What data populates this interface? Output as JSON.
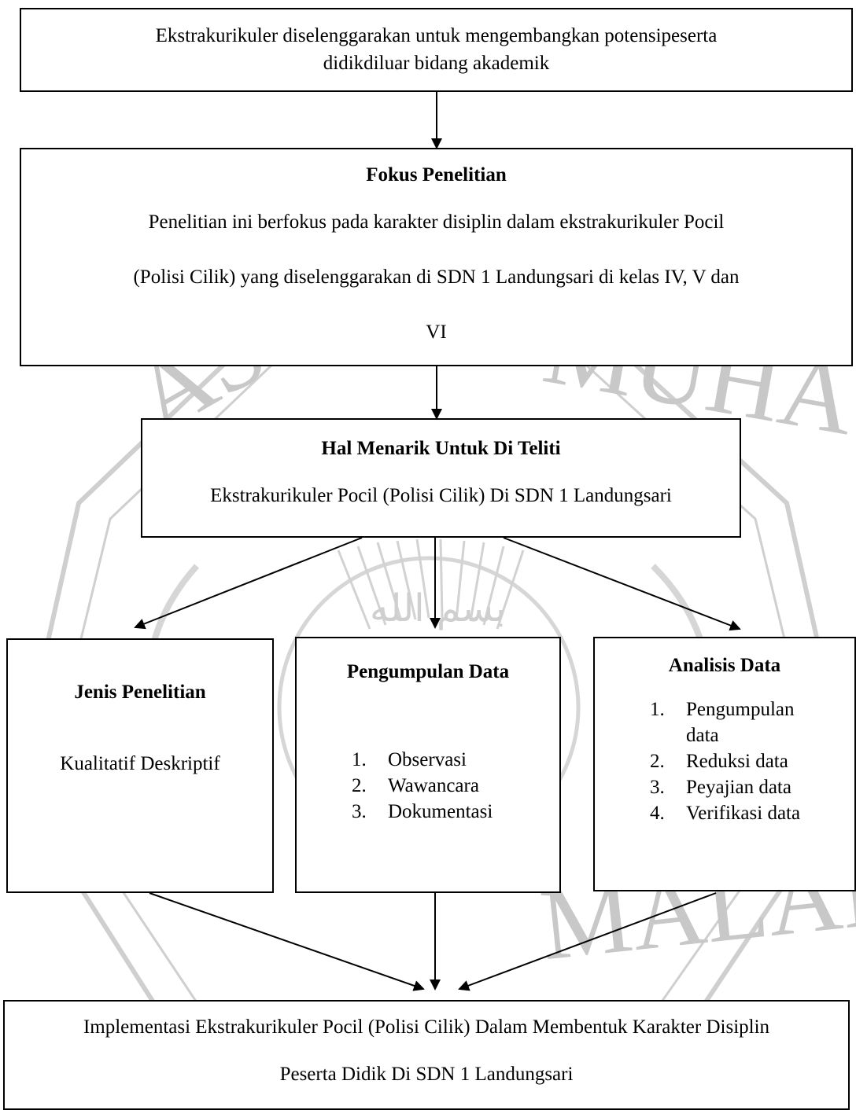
{
  "top_box": {
    "line1": "Ekstrakurikuler diselenggarakan untuk mengembangkan potensipeserta",
    "line2": "didikdiluar bidang akademik"
  },
  "fokus_box": {
    "title": "Fokus Penelitian",
    "line1": "Penelitian ini berfokus pada karakter disiplin dalam ekstrakurikuler Pocil",
    "line2": "(Polisi Cilik) yang diselenggarakan di SDN 1 Landungsari di kelas IV, V dan",
    "line3": "VI"
  },
  "hal_box": {
    "title": "Hal Menarik Untuk Di Teliti",
    "text": "Ekstrakurikuler Pocil (Polisi Cilik)  Di SDN 1 Landungsari"
  },
  "jenis_box": {
    "title": "Jenis Penelitian",
    "text": "Kualitatif Deskriptif"
  },
  "pengumpulan_box": {
    "title": "Pengumpulan Data",
    "items": [
      {
        "num": "1.",
        "text": "Observasi"
      },
      {
        "num": "2.",
        "text": "Wawancara"
      },
      {
        "num": "3.",
        "text": "Dokumentasi"
      }
    ]
  },
  "analisis_box": {
    "title": "Analisis Data",
    "items": [
      {
        "num": "1.",
        "line1": "Pengumpulan",
        "line2": "data"
      },
      {
        "num": "2.",
        "line1": "Reduksi data"
      },
      {
        "num": "3.",
        "line1": "Peyajian data"
      },
      {
        "num": "4.",
        "line1": "Verifikasi data"
      }
    ]
  },
  "bottom_box": {
    "line1": "Implementasi Ekstrakurikuler Pocil (Polisi Cilik) Dalam Membentuk Karakter Disiplin",
    "line2": "Peserta Didik Di SDN 1 Landungsari"
  },
  "watermark": {
    "word_left": "AS",
    "word_top": "MUHA",
    "word_bottom": "MALANG",
    "arabic": "بسم الله"
  },
  "colors": {
    "watermark": "#c8c8c8",
    "line": "#000000"
  }
}
